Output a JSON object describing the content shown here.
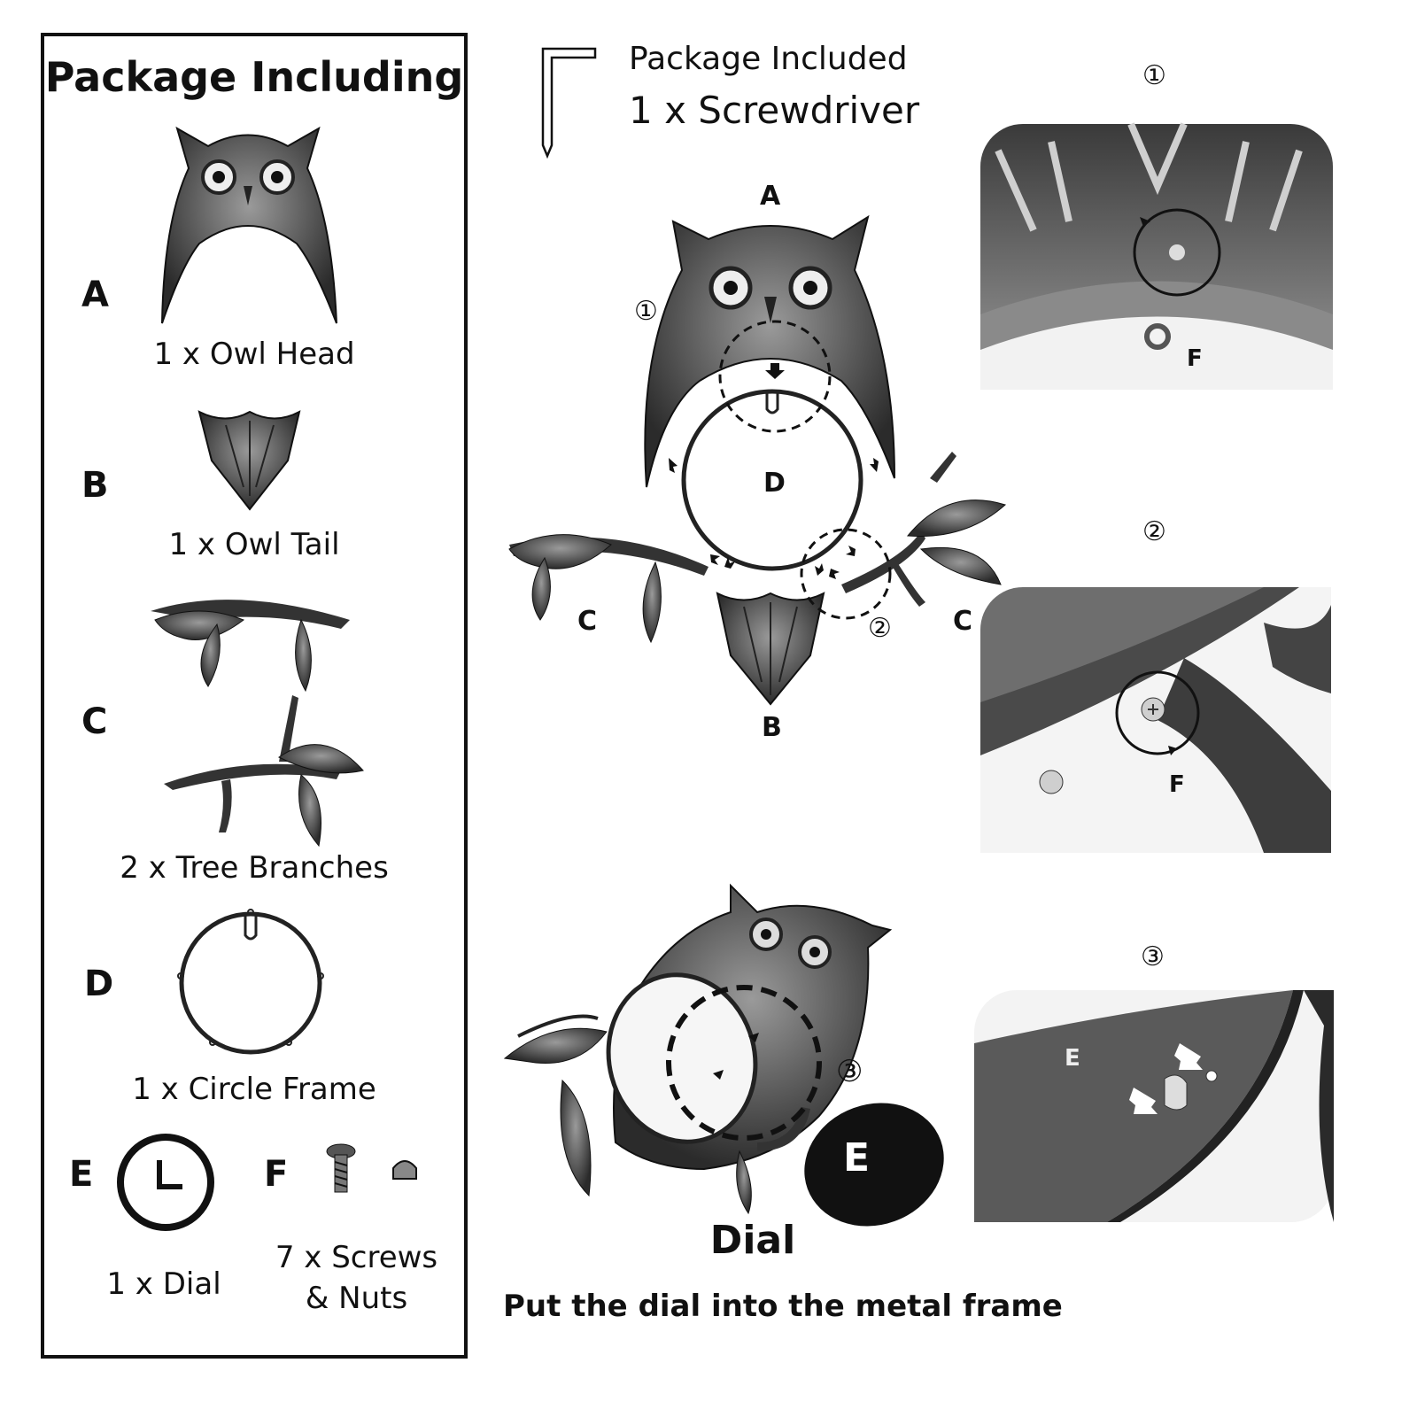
{
  "package_panel": {
    "title": "Package Including",
    "items": [
      {
        "letter": "A",
        "caption": "1 x Owl Head"
      },
      {
        "letter": "B",
        "caption": "1 x Owl Tail"
      },
      {
        "letter": "C",
        "caption": "2 x Tree Branches"
      },
      {
        "letter": "D",
        "caption": "1 x Circle Frame"
      },
      {
        "letter": "E",
        "caption": "1 x Dial"
      },
      {
        "letter": "F",
        "caption_line1": "7 x  Screws",
        "caption_line2": "& Nuts"
      }
    ]
  },
  "screwdriver": {
    "line1": "Package Included",
    "line2": "1 x Screwdriver"
  },
  "assembly": {
    "labels": {
      "a": "A",
      "b": "B",
      "c_left": "C",
      "c_right": "C",
      "d": "D"
    },
    "step1": "①",
    "step2": "②"
  },
  "detail_photos": [
    {
      "step": "①",
      "label": "F"
    },
    {
      "step": "②",
      "label": "F"
    },
    {
      "step": "③",
      "label": "E"
    }
  ],
  "dial_step": {
    "step": "③",
    "dial_letter": "E",
    "dial_label": "Dial",
    "instruction": "Put the dial into the metal frame"
  },
  "colors": {
    "ink": "#111111",
    "metal_dark": "#2b2b2b",
    "metal_mid": "#6b6b6b",
    "metal_light": "#bdbdbd"
  }
}
